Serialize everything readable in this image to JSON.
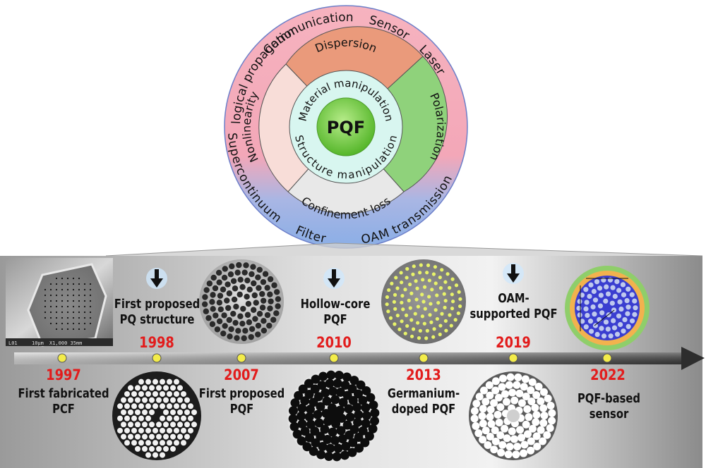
{
  "center": {
    "label": "PQF"
  },
  "inner_ring": {
    "top": "Material manipulation",
    "bottom": "Structure manipulation"
  },
  "middle_ring": {
    "top": "Dispersion",
    "right": "Polarization",
    "bottom": "Confinement loss",
    "left": "Nonlinearity"
  },
  "outer_ring": {
    "communication": "Communication",
    "sensor": "Sensor",
    "laser": "Laser",
    "supercontinuum": "Supercontinuum",
    "filter": "Filter",
    "oam": "OAM transmission",
    "topological": "Topological propagation"
  },
  "timeline": {
    "events": [
      {
        "year": "1997",
        "line1": "First fabricated",
        "line2": "PCF"
      },
      {
        "year": "1998",
        "line1": "First proposed",
        "line2": "PQ structure"
      },
      {
        "year": "2007",
        "line1": "First proposed",
        "line2": "PQF"
      },
      {
        "year": "2010",
        "line1": "Hollow-core",
        "line2": "PQF"
      },
      {
        "year": "2013",
        "line1": "Germanium-",
        "line2": "doped PQF"
      },
      {
        "year": "2019",
        "line1": "OAM-",
        "line2": "supported PQF"
      },
      {
        "year": "2022",
        "line1": "PQF-based",
        "line2": "sensor"
      }
    ]
  },
  "sem_caption": {
    "scale": "10μm",
    "mag": "X1,000  35mm",
    "code": "L01"
  },
  "colors": {
    "outer_ring": "#f4a9b6",
    "outer_ring_bottom": "#8fb0e3",
    "dispersion": "#e9967a",
    "polarization": "#8fd27b",
    "nonlinearity": "#f7d6d2",
    "confinement": "#e7e7e7",
    "inner_ring": "#d6f5ef",
    "center": "#7fd24c",
    "year": "#e21c1c",
    "dot": "#f3ec4a"
  }
}
